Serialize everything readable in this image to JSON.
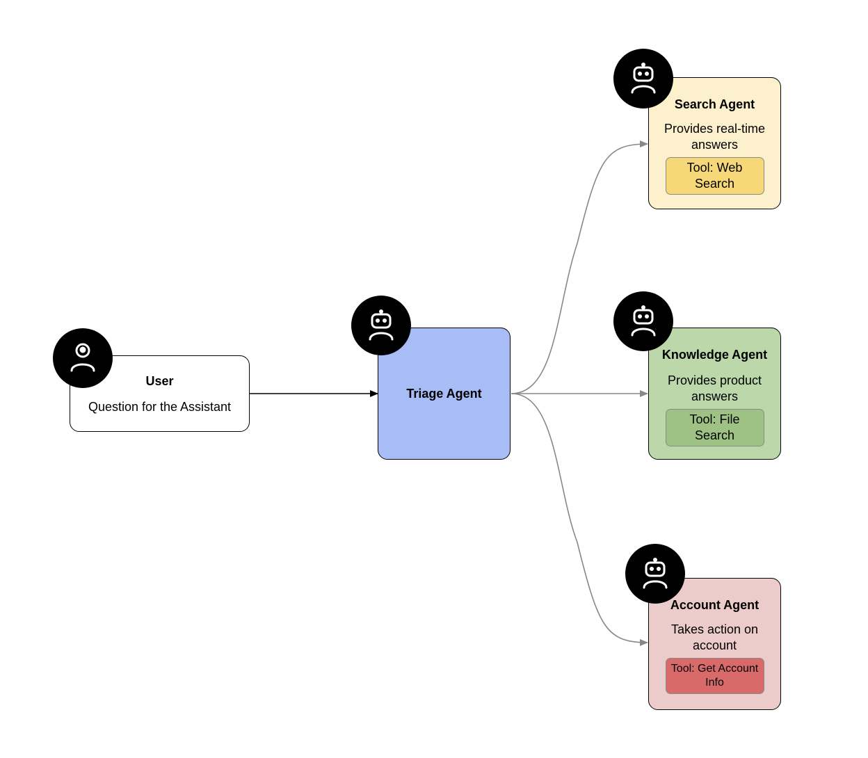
{
  "diagram": {
    "user": {
      "title": "User",
      "description": "Question for the Assistant",
      "icon": "user-icon"
    },
    "triage": {
      "title": "Triage Agent",
      "icon": "robot-icon",
      "color": "#a8bdf5"
    },
    "agents": [
      {
        "id": "search",
        "title": "Search Agent",
        "description": "Provides real-time answers",
        "tool": "Tool: Web Search",
        "icon": "robot-icon",
        "color": "#fdf1cd",
        "tool_color": "#f7d878"
      },
      {
        "id": "knowledge",
        "title": "Knowledge Agent",
        "description": "Provides product answers",
        "tool": "Tool: File Search",
        "icon": "robot-icon",
        "color": "#bcd8ab",
        "tool_color": "#9dc283"
      },
      {
        "id": "account",
        "title": "Account Agent",
        "description": "Takes action on account",
        "tool": "Tool: Get Account Info",
        "icon": "robot-icon",
        "color": "#ecccca",
        "tool_color": "#d86b69"
      }
    ],
    "edges": [
      {
        "from": "User",
        "to": "Triage Agent",
        "color": "#000000"
      },
      {
        "from": "Triage Agent",
        "to": "Search Agent",
        "color": "#888888"
      },
      {
        "from": "Triage Agent",
        "to": "Knowledge Agent",
        "color": "#888888"
      },
      {
        "from": "Triage Agent",
        "to": "Account Agent",
        "color": "#888888"
      }
    ]
  }
}
